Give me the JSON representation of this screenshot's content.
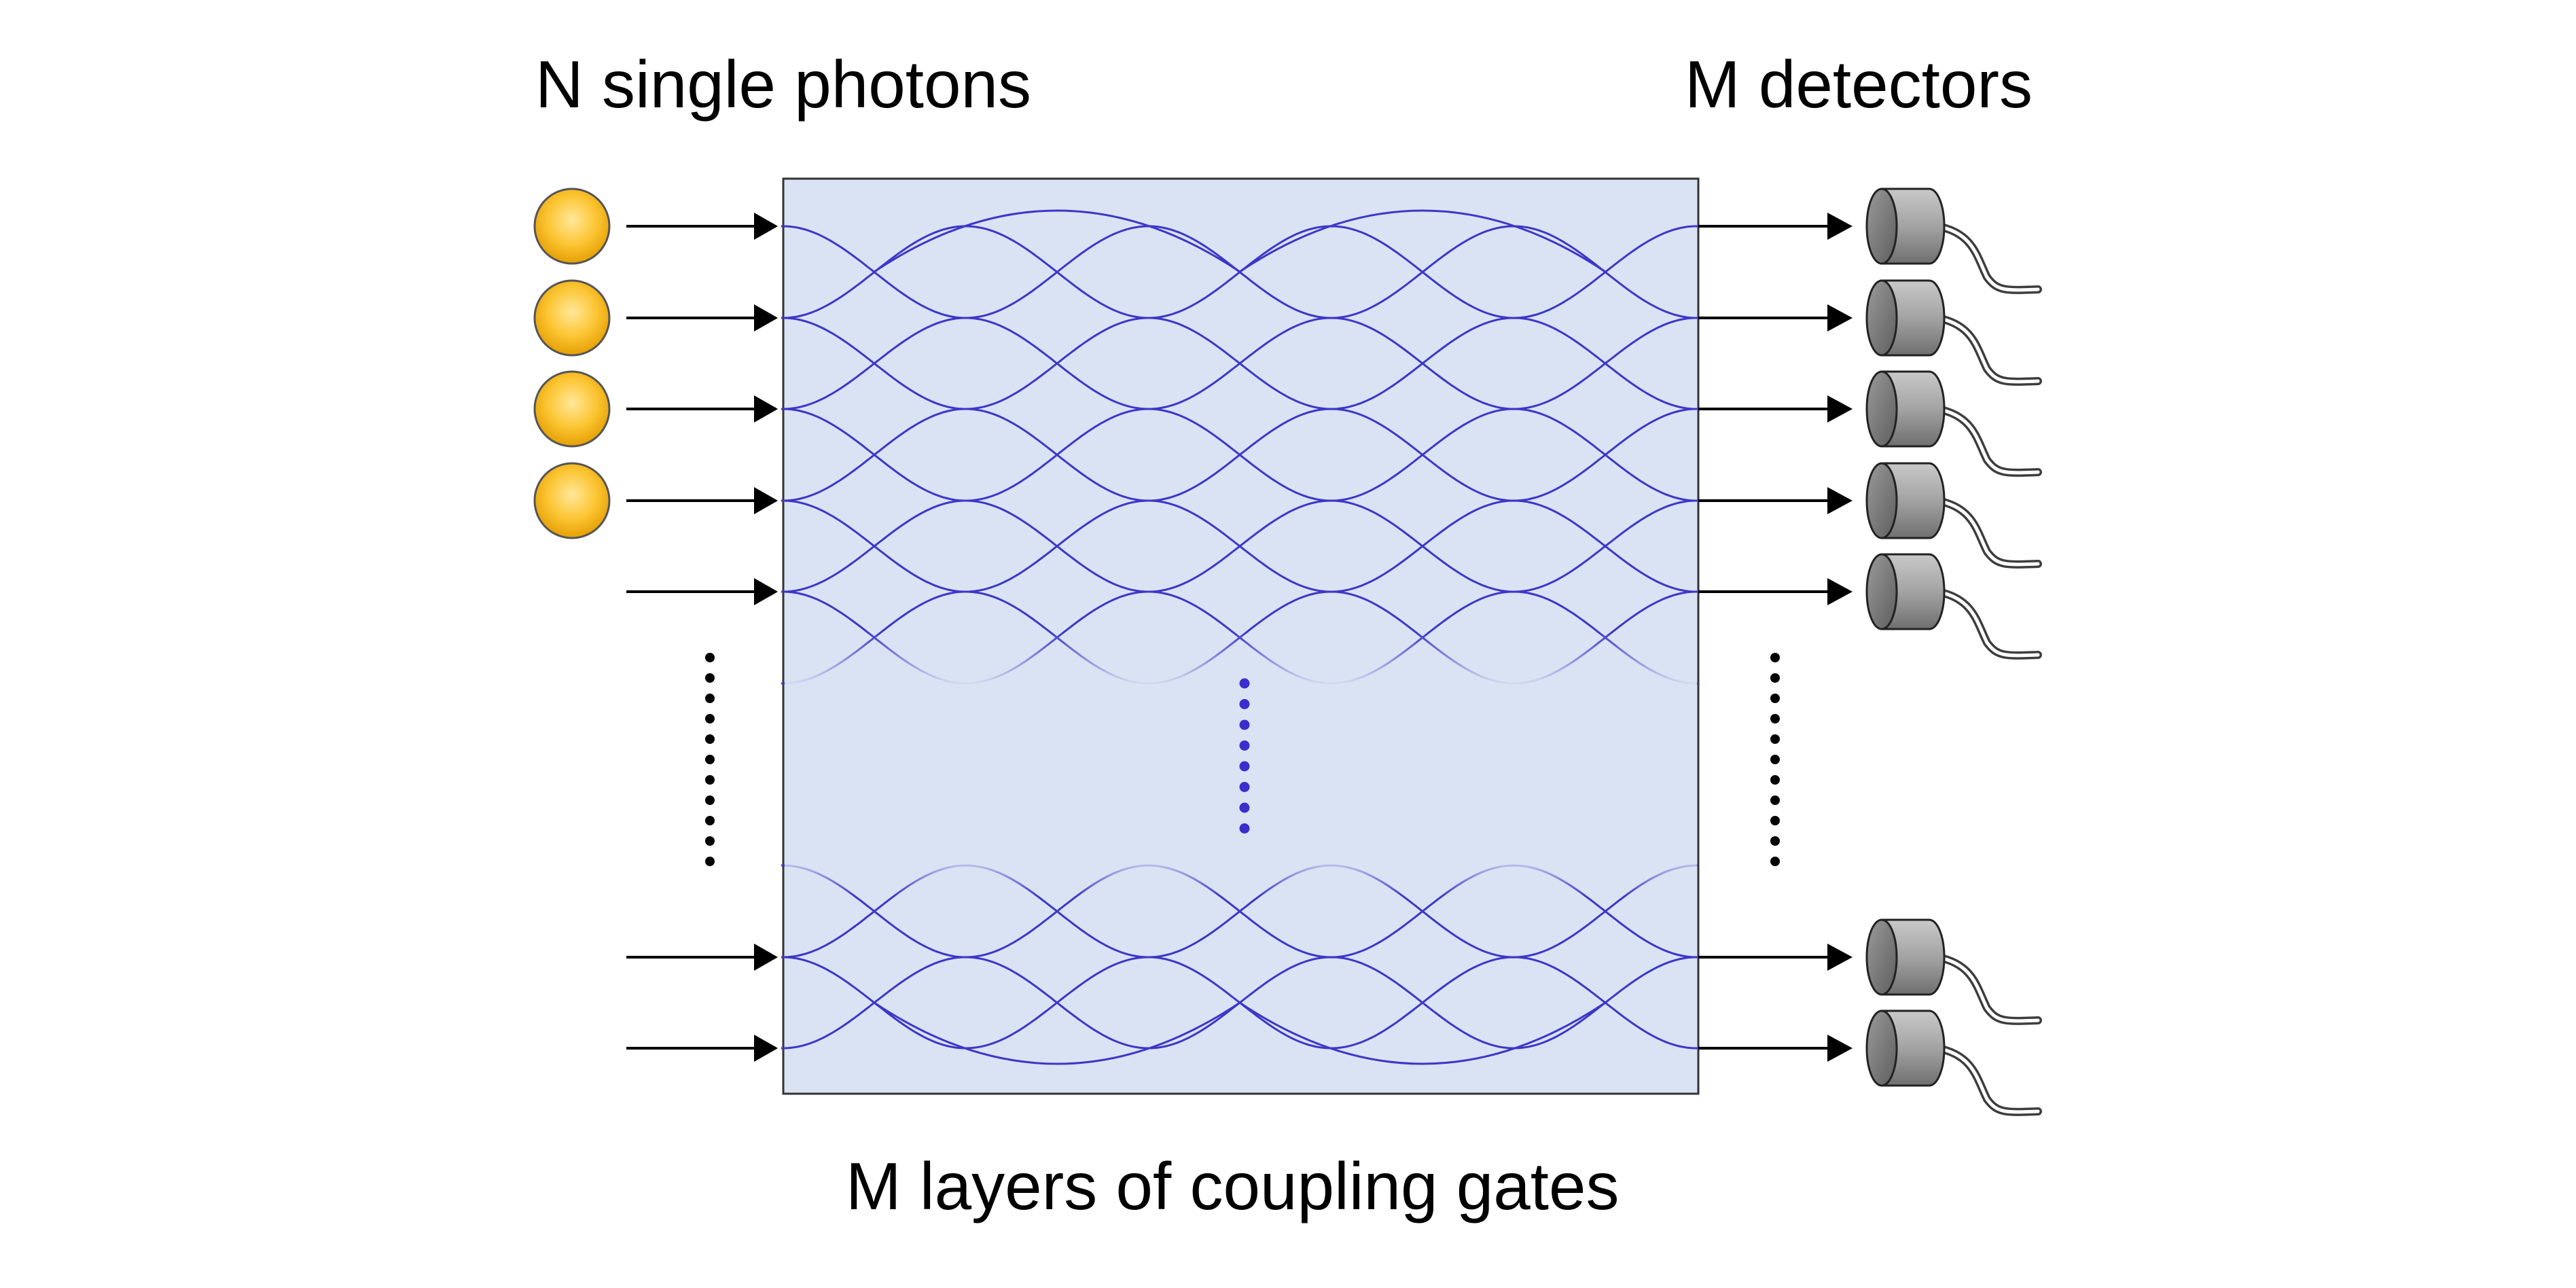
{
  "labels": {
    "inputs": "N single photons",
    "outputs": "M detectors",
    "network": "M layers of coupling gates"
  },
  "diagram": {
    "photon_count": 4,
    "input_arrows": 7,
    "detector_count": 7,
    "ellipsis_dot_count": 11,
    "network_ellipsis_dot_count": 8
  },
  "colors": {
    "background": "#ffffff",
    "network_fill": "#dae3f3",
    "network_border": "#333333",
    "waveguide": "#3c37c8",
    "dots_network": "#3a2ecc",
    "dots_black": "#000000",
    "photon_light": "#ffe27a",
    "photon_dark": "#e6a800",
    "detector_light": "#b8b8b8",
    "detector_dark": "#6b6b6b"
  }
}
